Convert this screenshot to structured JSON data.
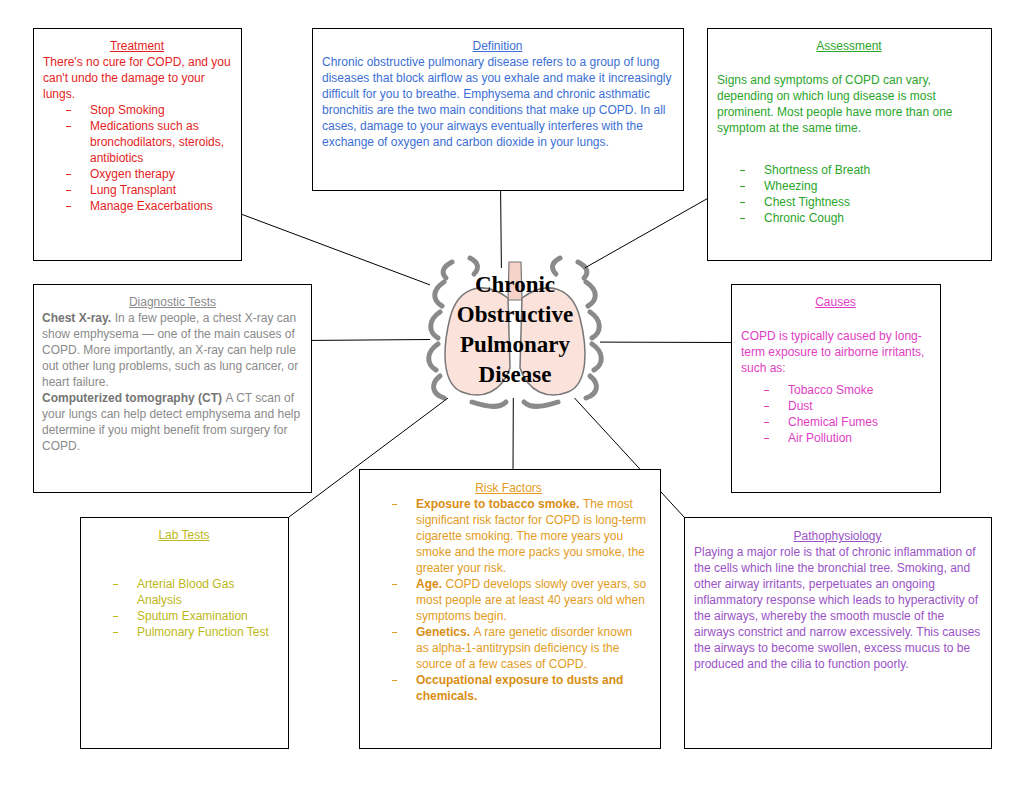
{
  "diagram": {
    "nodes": [
      {
        "text": [
          "Treatment",
          "There's no cure for COPD, and you can't undo the damage to your lungs.",
          "Stop Smoking",
          "Medications such as bronchodilators, steroids, antibiotics",
          "Oxygen therapy",
          "Lung Transplant",
          "Manage Exacerbations"
        ]
      },
      {
        "text": [
          "Definition",
          "Chronic obstructive pulmonary disease refers to a group of lung diseases that block airflow as you exhale and make it increasingly difficult for you to breathe. Emphysema and chronic asthmatic bronchitis are the two main conditions that make up COPD. In all cases, damage to your airways eventually interferes with the exchange of oxygen and carbon dioxide in your lungs."
        ]
      },
      {
        "text": [
          "Assessment",
          "Signs and symptoms of COPD can vary, depending on which lung disease is most prominent. Most people have more than one symptom at the same time.",
          "Shortness of Breath",
          "Wheezing",
          "Chest Tightness",
          "Chronic Cough"
        ]
      },
      {
        "text": [
          "Diagnostic Tests",
          "Chest X-ray.",
          "In a few people, a chest X-ray can show emphysema — one of the main causes of COPD. More importantly, an X-ray can help rule out other lung problems, such as lung cancer, or heart failure.",
          "Computerized tomography (CT)",
          "A CT scan of your lungs can help detect emphysema and help determine if you might benefit from surgery for COPD."
        ]
      },
      {
        "text": [
          "Chronic Obstructive Pulmonary Disease"
        ]
      },
      {
        "text": [
          "Causes",
          "COPD is typically caused by long-term exposure to airborne irritants, such as:",
          "Tobacco Smoke",
          "Dust",
          "Chemical Fumes",
          "Air Pollution"
        ]
      },
      {
        "text": [
          "Lab Tests",
          "Arterial Blood Gas Analysis",
          "Sputum Examination",
          "Pulmonary Function Test"
        ]
      },
      {
        "text": [
          "Risk Factors",
          "Exposure to tobacco smoke.",
          "The most significant risk factor for COPD is long-term cigarette smoking. The more years you smoke and the more packs you smoke, the greater your risk.",
          "Age.",
          "COPD develops slowly over years, so most people are at least 40 years old when symptoms begin.",
          "Genetics.",
          "A rare genetic disorder known as alpha-1-antitrypsin deficiency is the source of a few cases of COPD.",
          "Occupational exposure to dusts and chemicals."
        ]
      },
      {
        "text": [
          "Pathophysiology",
          "Playing a major role is that of chronic inflammation of the cells which line the bronchial tree. Smoking, and other airway irritants, perpetuates an ongoing inflammatory response which leads to hyperactivity of the airways, whereby the smooth muscle of the airways constrict and narrow excessively. This causes the airways to become swollen, excess mucus to be produced and the cilia to function poorly."
        ]
      }
    ],
    "edges": [
      {
        "from": 4,
        "to": 0,
        "arrow": "none"
      },
      {
        "from": 4,
        "to": 1,
        "arrow": "none"
      },
      {
        "from": 4,
        "to": 2,
        "arrow": "none"
      },
      {
        "from": 4,
        "to": 3,
        "arrow": "none"
      },
      {
        "from": 4,
        "to": 5,
        "arrow": "none"
      },
      {
        "from": 4,
        "to": 6,
        "arrow": "none"
      },
      {
        "from": 4,
        "to": 7,
        "arrow": "none"
      },
      {
        "from": 4,
        "to": 8,
        "arrow": "none"
      }
    ]
  }
}
